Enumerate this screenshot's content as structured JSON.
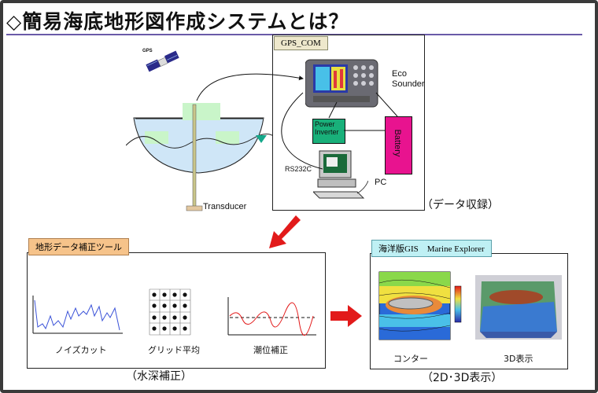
{
  "title": "◇簡易海底地形図作成システムとは？",
  "gps_com": {
    "tab": "GPS_COM",
    "gps": "GPS",
    "eco_sounder": "Eco Sounder",
    "power_inverter": "Power Inverter",
    "battery": "Battery",
    "rs232c": "RS232C",
    "pc": "PC",
    "transducer": "Transducer",
    "caption": "（データ収録）"
  },
  "correction_tool": {
    "tab": "地形データ補正ツール",
    "panels": [
      "ノイズカット",
      "グリッド平均",
      "潮位補正"
    ],
    "caption": "（水深補正）"
  },
  "marine_explorer": {
    "tab": "海洋版GIS　Marine Explorer",
    "panels": [
      "コンター",
      "3D表示"
    ],
    "caption": "（2D･3D表示）"
  },
  "colors": {
    "title_accent": "#3a2aa0",
    "arrow": "#e21a1a",
    "battery": "#e8138f",
    "inverter": "#19b07a",
    "tab_orange": "#f6c38a",
    "tab_cyan": "#bff0f4"
  }
}
